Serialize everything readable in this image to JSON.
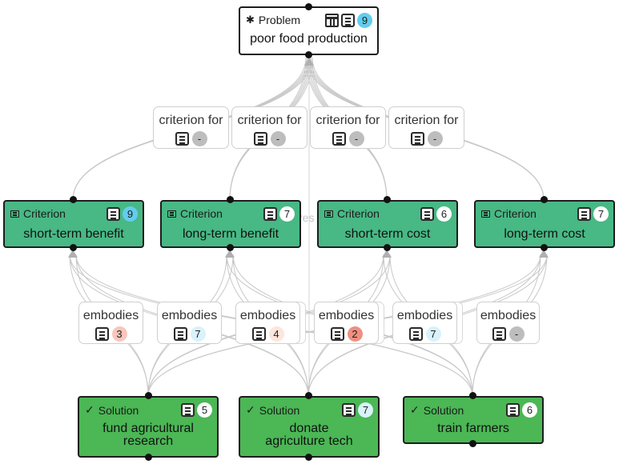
{
  "colors": {
    "problem": "#b94bbd",
    "criterion": "#48b885",
    "solution": "#4bb755",
    "edge_line": "#c8c8c8",
    "arrow": "#b0b0b0"
  },
  "problem": {
    "kind": "Problem",
    "title": "poor food production",
    "icons": [
      "table-icon",
      "doc-icon"
    ],
    "count": "9"
  },
  "criterion_edges": [
    {
      "label": "criterion for",
      "count": "-"
    },
    {
      "label": "criterion for",
      "count": "-"
    },
    {
      "label": "criterion for",
      "count": "-"
    },
    {
      "label": "criterion for",
      "count": "-"
    }
  ],
  "criteria": [
    {
      "kind": "Criterion",
      "title": "short-term benefit",
      "count": "9"
    },
    {
      "kind": "Criterion",
      "title": "long-term benefit",
      "count": "7"
    },
    {
      "kind": "Criterion",
      "title": "short-term cost",
      "count": "6"
    },
    {
      "kind": "Criterion",
      "title": "long-term cost",
      "count": "7"
    }
  ],
  "ghost_label": "res",
  "embody_edges": [
    {
      "label": "embodies",
      "count": "3"
    },
    {
      "label": "embodies",
      "count": "7"
    },
    {
      "label": "embodies",
      "count": "4"
    },
    {
      "label": "embodies",
      "count": "2"
    },
    {
      "label": "embodies",
      "count": "7"
    },
    {
      "label": "embodies",
      "count": "-"
    }
  ],
  "solutions": [
    {
      "kind": "Solution",
      "title": "fund agricultural research",
      "count": "5"
    },
    {
      "kind": "Solution",
      "title": "donate agriculture tech",
      "count": "7"
    },
    {
      "kind": "Solution",
      "title": "train farmers",
      "count": "6"
    }
  ]
}
